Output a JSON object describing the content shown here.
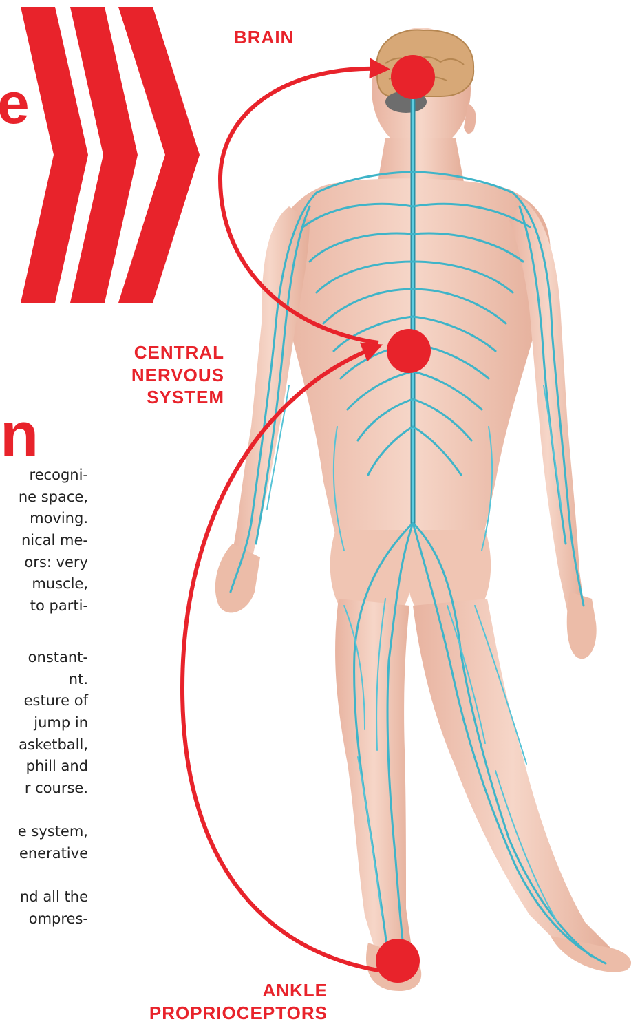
{
  "heading_fragments": [
    "e",
    "n"
  ],
  "body_text": [
    "recogni-",
    "ne space,",
    "moving.",
    "nical me-",
    "ors: very",
    "muscle,",
    "to parti-",
    "onstant-",
    "nt.",
    "esture of",
    "jump in",
    "asketball,",
    "phill and",
    "r course.",
    "e system,",
    "enerative",
    "nd all the",
    "ompres-"
  ],
  "labels": {
    "brain": "BRAIN",
    "cns": [
      "CENTRAL",
      "NERVOUS",
      "SYSTEM"
    ],
    "ankle": [
      "ANKLE",
      "PROPRIOCEPTORS"
    ]
  },
  "colors": {
    "accent": "#e8232b",
    "nerve": "#3fb4c8",
    "skin": "#f2c7b4",
    "brain": "#d7a877",
    "text": "#222222"
  }
}
